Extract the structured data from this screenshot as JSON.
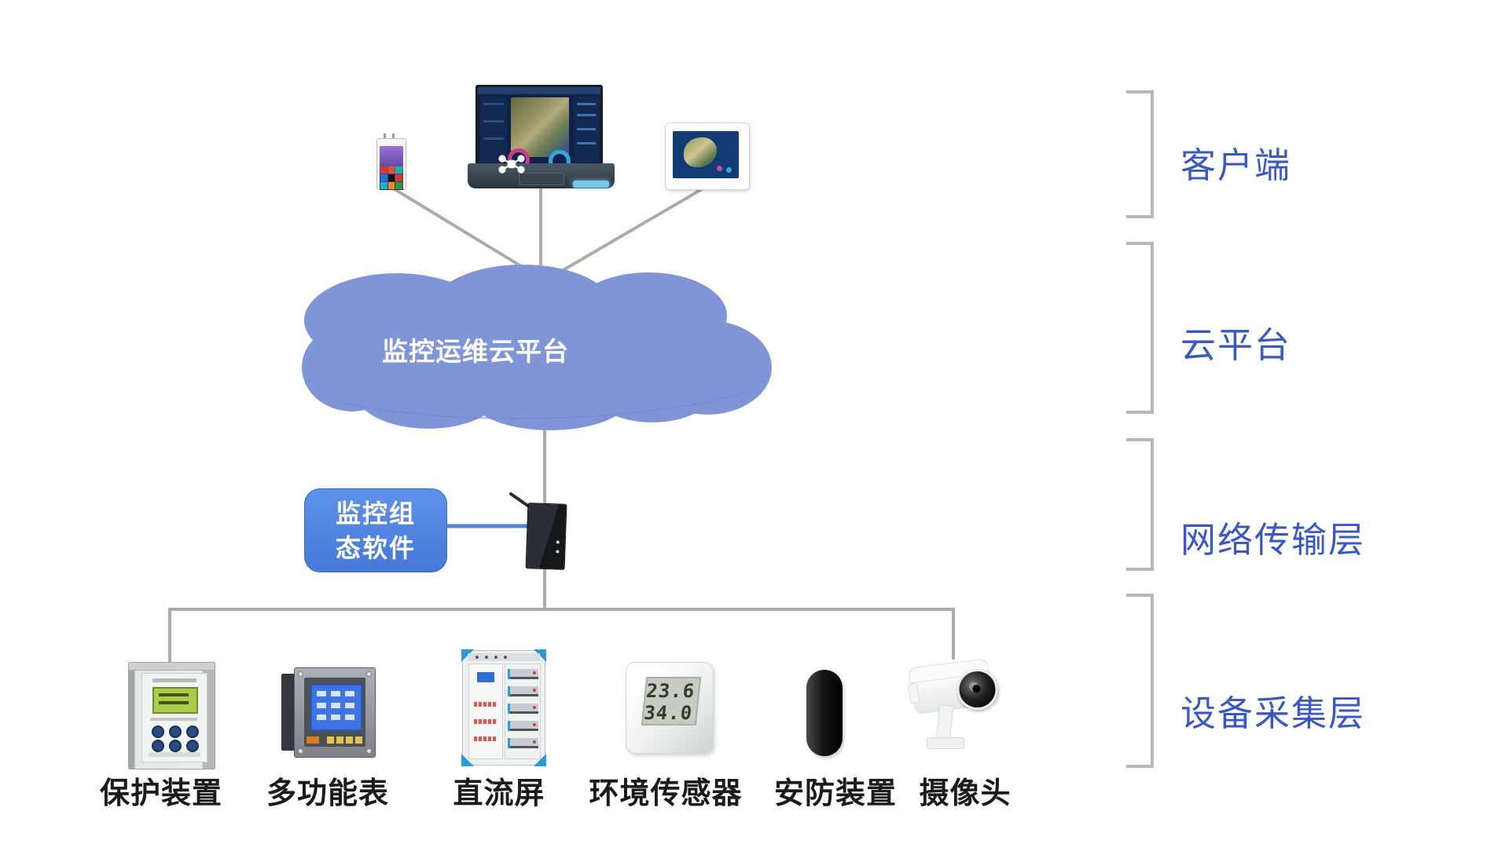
{
  "diagram": {
    "cloud": {
      "label": "监控运维云平台",
      "fill": "#8095d8"
    },
    "software_box": {
      "line1": "监控组",
      "line2": "态软件",
      "fill": "#4d82e0"
    },
    "layers": [
      {
        "id": "client",
        "label": "客户端"
      },
      {
        "id": "cloud-platform",
        "label": "云平台"
      },
      {
        "id": "network-transport",
        "label": "网络传输层"
      },
      {
        "id": "device-collection",
        "label": "设备采集层"
      }
    ],
    "devices": [
      {
        "id": "protection-device",
        "label": "保护装置"
      },
      {
        "id": "multifunction-meter",
        "label": "多功能表"
      },
      {
        "id": "dc-panel",
        "label": "直流屏"
      },
      {
        "id": "environment-sensor",
        "label": "环境传感器"
      },
      {
        "id": "security-device",
        "label": "安防装置"
      },
      {
        "id": "camera",
        "label": "摄像头"
      }
    ],
    "env_sensor_display": {
      "line1": "23.6",
      "line2": "34.0"
    },
    "colors": {
      "layer_label_blue": "#3a58c4",
      "device_label_black": "#1b1b1b",
      "connector_gray": "#aeaba5",
      "bracket_gray": "#b7b7b7",
      "link_blue": "#4c86da",
      "cloud_text_white": "#ffffff"
    }
  }
}
